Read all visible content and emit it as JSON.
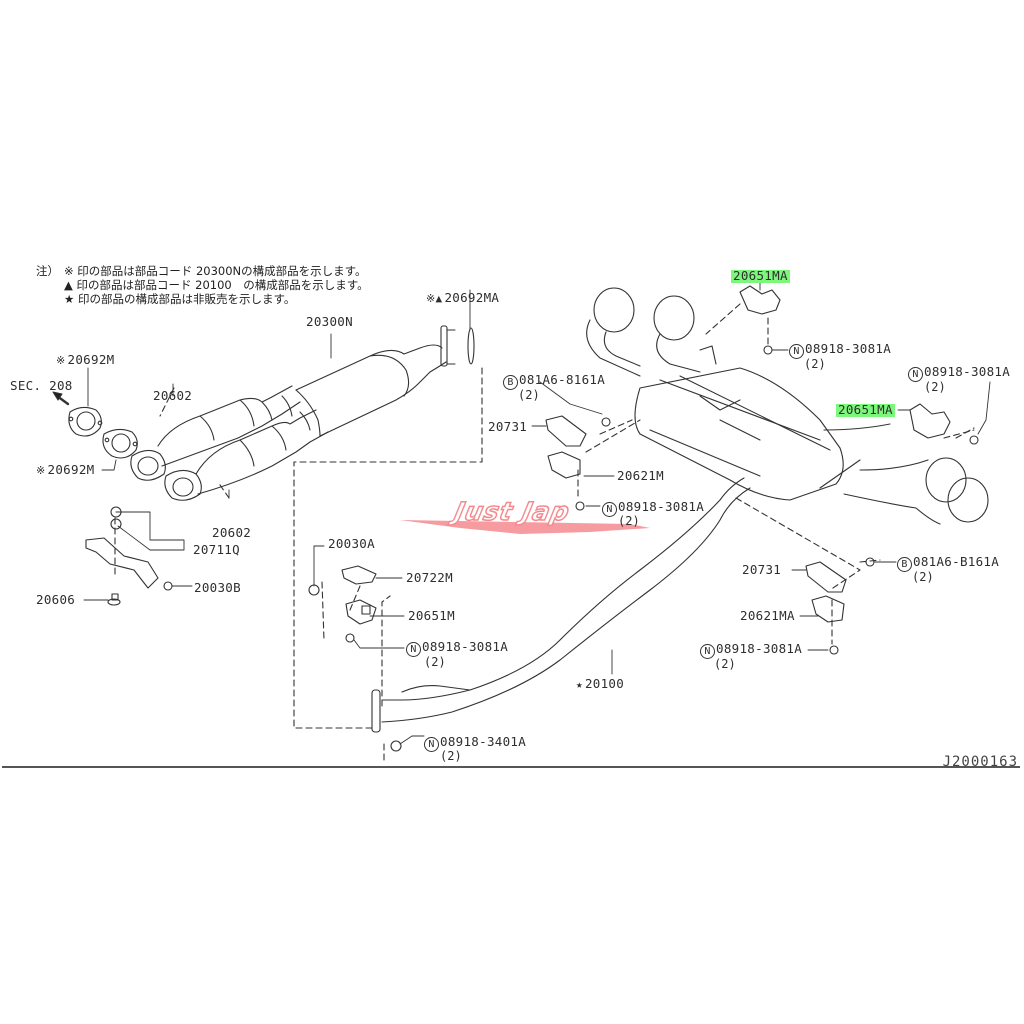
{
  "diagram": {
    "title": "Exhaust system parts diagram",
    "diagram_code": "J2000163",
    "notes": {
      "prefix": "注）",
      "lines": [
        {
          "symbol": "※",
          "text": "印の部品は部品コード 20300Nの構成部品を示します。"
        },
        {
          "symbol": "▲",
          "text": "印の部品は部品コード 20100　の構成部品を示します。"
        },
        {
          "symbol": "★",
          "text": "印の部品の構成部品は非販売を示します。"
        }
      ]
    },
    "section_ref": "SEC. 208",
    "watermark": "Just Jap",
    "colors": {
      "highlight": "#7cf77c",
      "watermark_fill": "#f48a8f",
      "line": "#333333"
    },
    "callouts": {
      "gasket_top_left": {
        "prefix": "※",
        "code": "20692M"
      },
      "gasket_bottom_left": {
        "prefix": "※",
        "code": "20692M"
      },
      "nut_upper": {
        "code": "20602"
      },
      "nut_lower": {
        "code": "20602"
      },
      "bracket_front": {
        "code": "20711Q"
      },
      "nut_front": {
        "code": "20030B"
      },
      "stud_front": {
        "code": "20606"
      },
      "center_pipe": {
        "code": "20300N"
      },
      "gasket_center": {
        "prefix": "※▲",
        "code": "20692MA"
      },
      "bolt_mid": {
        "code": "20030A"
      },
      "bracket_mid": {
        "code": "20722M"
      },
      "mount_mid": {
        "code": "20651M"
      },
      "nut_mid": {
        "circle": "N",
        "code": "08918-3081A",
        "qty": "(2)"
      },
      "nut_flange": {
        "circle": "N",
        "code": "08918-3401A",
        "qty": "(2)"
      },
      "main_muffler": {
        "prefix": "★",
        "code": "20100"
      },
      "bolt_left_rear": {
        "circle": "B",
        "code": "081A6-8161A",
        "qty": "(2)"
      },
      "bracket_left_rear": {
        "code": "20731"
      },
      "mount_left_rear": {
        "code": "20621M"
      },
      "nut_left_rear": {
        "circle": "N",
        "code": "08918-3081A",
        "qty": "(2)"
      },
      "hanger_top": {
        "code": "20651MA",
        "highlighted": true
      },
      "nut_hanger_top": {
        "circle": "N",
        "code": "08918-3081A",
        "qty": "(2)"
      },
      "nut_hanger_right": {
        "circle": "N",
        "code": "08918-3081A",
        "qty": "(2)"
      },
      "hanger_right": {
        "code": "20651MA",
        "highlighted": true
      },
      "bolt_right_rear": {
        "circle": "B",
        "code": "081A6-B161A",
        "qty": "(2)"
      },
      "bracket_right_rear": {
        "code": "20731"
      },
      "mount_right_rear": {
        "code": "20621MA"
      },
      "nut_right_rear": {
        "circle": "N",
        "code": "08918-3081A",
        "qty": "(2)"
      }
    }
  }
}
